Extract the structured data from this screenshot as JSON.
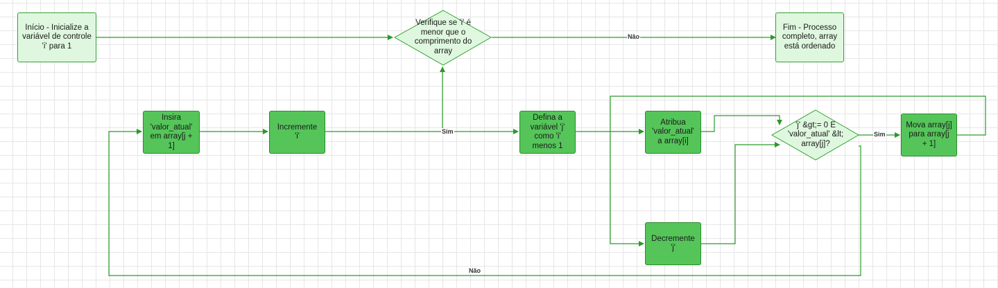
{
  "nodes": {
    "start": "Início - Inicialize a variável de controle 'i' para 1",
    "check_i": "Verifique se 'i' é menor que o comprimento do array",
    "end": "Fim - Processo completo, array está ordenado",
    "insert": "Insira 'valor_atual' em array[j + 1]",
    "increment_i": "Incremente 'i'",
    "define_j": "Defina a variável 'j' como 'i' menos 1",
    "assign": "Atribua 'valor_atual' a array[i]",
    "check_j": "'j' &gt;= 0 E 'valor_atual' &lt; array[j]?",
    "move": "Mova array[j] para array[j + 1]",
    "decrement_j": "Decremente 'j'"
  },
  "edge_labels": {
    "no_top": "Não",
    "yes_mid": "Sim",
    "yes_right": "Sim",
    "no_bottom": "Não"
  },
  "colors": {
    "line": "#2a9a2a",
    "light_fill": "#dff7df",
    "dark_fill": "#55c55a"
  }
}
